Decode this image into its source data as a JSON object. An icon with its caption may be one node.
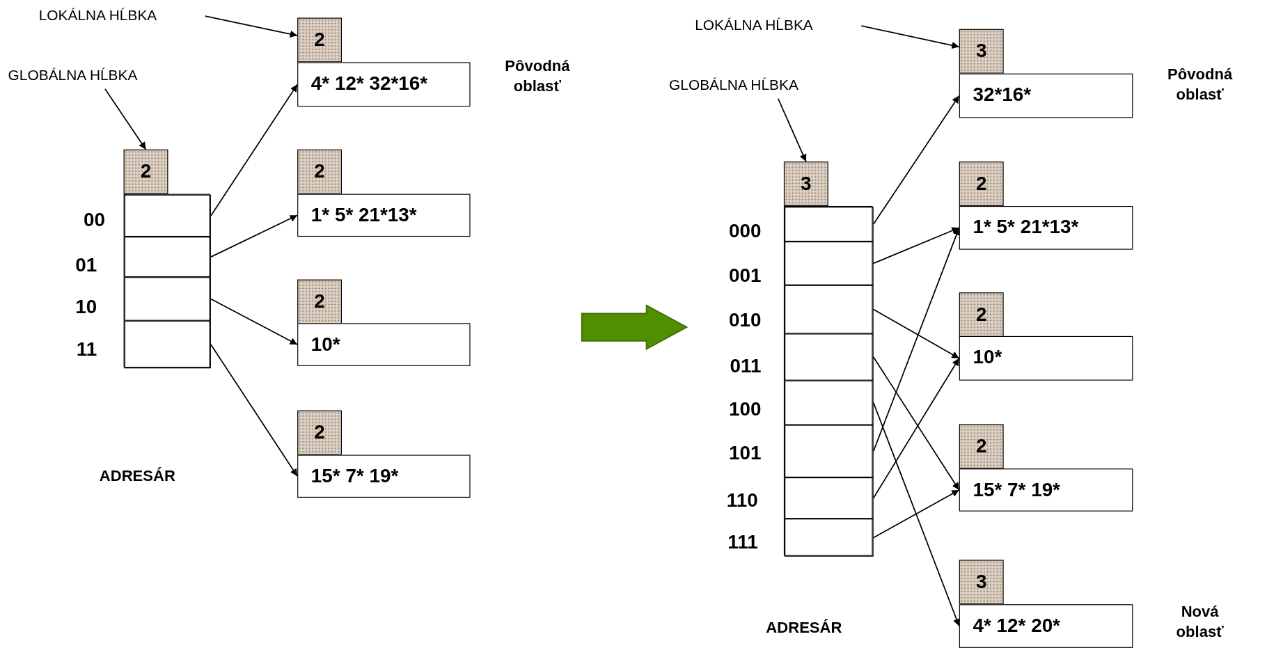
{
  "diagram": {
    "nodes": [
      {
        "text": [
          "LOKÁLNA HĹBKA"
        ]
      },
      {
        "text": [
          "GLOBÁLNA HĹBKA"
        ]
      },
      {
        "text": [
          "2"
        ]
      },
      {
        "text": [],
        "shape": "box"
      },
      {
        "text": [],
        "shape": "box",
        "in": 3,
        "beside": [
          "00"
        ]
      },
      {
        "text": [],
        "shape": "box",
        "in": 3,
        "beside": [
          "01"
        ]
      },
      {
        "text": [],
        "shape": "box",
        "in": 3,
        "beside": [
          "10"
        ]
      },
      {
        "text": [],
        "shape": "box",
        "in": 3,
        "beside": [
          "11"
        ]
      },
      {
        "text": [
          "2"
        ]
      },
      {
        "text": [
          "4* 12* 32*16*"
        ],
        "beside": [
          "Pôvodná oblasť"
        ]
      },
      {
        "text": [
          "2"
        ]
      },
      {
        "text": [
          "1* 5* 21*13*"
        ]
      },
      {
        "text": [
          "2"
        ]
      },
      {
        "text": [
          "10*"
        ]
      },
      {
        "text": [
          "2"
        ]
      },
      {
        "text": [
          "15* 7* 19*"
        ]
      },
      {
        "text": [
          "LOKÁLNA HĹBKA"
        ]
      },
      {
        "text": [
          "GLOBÁLNA HĹBKA"
        ]
      },
      {
        "text": [
          "3"
        ]
      },
      {
        "text": [],
        "shape": "box"
      },
      {
        "text": [],
        "shape": "box",
        "in": 19,
        "beside": [
          "000"
        ]
      },
      {
        "text": [],
        "shape": "box",
        "in": 19,
        "beside": [
          "001"
        ]
      },
      {
        "text": [],
        "shape": "box",
        "in": 19,
        "beside": [
          "010"
        ]
      },
      {
        "text": [],
        "shape": "box",
        "in": 19,
        "beside": [
          "011"
        ]
      },
      {
        "text": [],
        "shape": "box",
        "in": 19,
        "beside": [
          "100"
        ]
      },
      {
        "text": [],
        "shape": "box",
        "in": 19,
        "beside": [
          "101"
        ]
      },
      {
        "text": [],
        "shape": "box",
        "in": 19,
        "beside": [
          "110"
        ]
      },
      {
        "text": [],
        "shape": "box",
        "in": 19,
        "beside": [
          "111"
        ]
      },
      {
        "text": [
          "3"
        ]
      },
      {
        "text": [
          "32*16*"
        ],
        "beside": [
          "Pôvodná oblasť"
        ]
      },
      {
        "text": [
          "2"
        ]
      },
      {
        "text": [
          "1* 5* 21*13*"
        ]
      },
      {
        "text": [
          "2"
        ]
      },
      {
        "text": [
          "10*"
        ]
      },
      {
        "text": [
          "2"
        ]
      },
      {
        "text": [
          "15* 7* 19*"
        ]
      },
      {
        "text": [
          "3"
        ]
      },
      {
        "text": [
          "4* 12* 20*"
        ],
        "beside": [
          "Nová oblasť"
        ]
      }
    ],
    "edges": [
      {
        "from": 0,
        "to": 8,
        "arrow": "to"
      },
      {
        "from": 1,
        "to": 2,
        "arrow": "to"
      },
      {
        "from": 4,
        "to": 9,
        "arrow": "to"
      },
      {
        "from": 5,
        "to": 11,
        "arrow": "to"
      },
      {
        "from": 6,
        "to": 13,
        "arrow": "to"
      },
      {
        "from": 7,
        "to": 15,
        "arrow": "to"
      },
      {
        "from": 16,
        "to": 28,
        "arrow": "to"
      },
      {
        "from": 17,
        "to": 18,
        "arrow": "to"
      },
      {
        "from": 20,
        "to": 29,
        "arrow": "to"
      },
      {
        "from": 21,
        "to": 31,
        "arrow": "to"
      },
      {
        "from": 22,
        "to": 33,
        "arrow": "to"
      },
      {
        "from": 23,
        "to": 35,
        "arrow": "to"
      },
      {
        "from": 24,
        "to": 37,
        "arrow": "to"
      },
      {
        "from": 25,
        "to": 31,
        "arrow": "to"
      },
      {
        "from": 26,
        "to": 33,
        "arrow": "to"
      },
      {
        "from": 27,
        "to": 35,
        "arrow": "to"
      }
    ],
    "labels": [
      "ADRESÁR",
      "ADRESÁR"
    ]
  }
}
